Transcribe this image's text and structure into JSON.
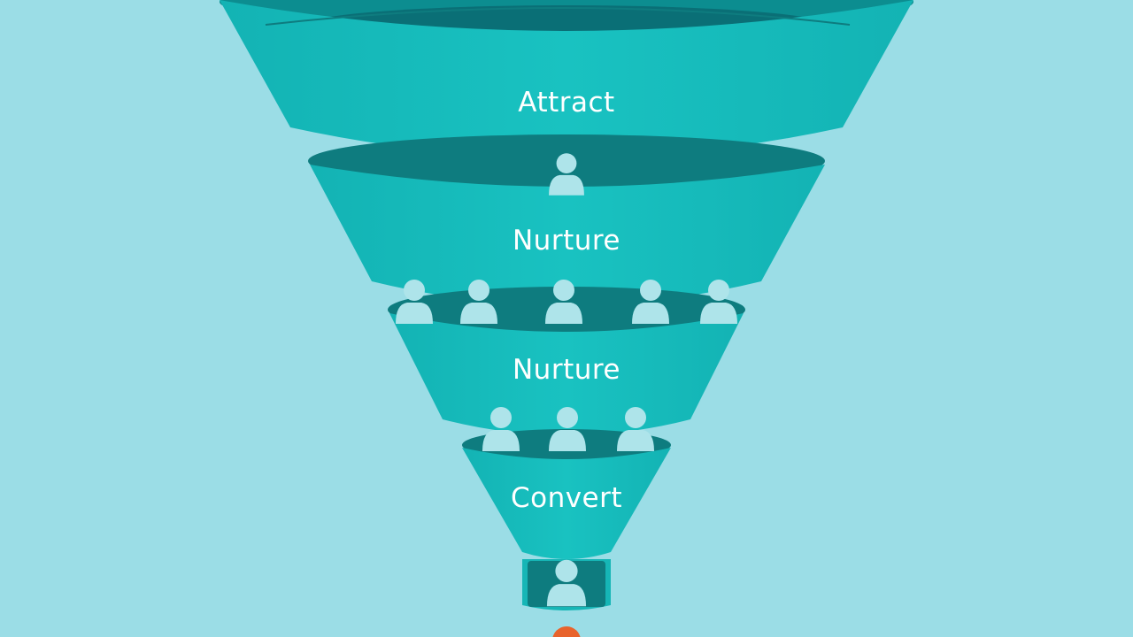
{
  "colors": {
    "background": "#9bdde6",
    "funnel_body": "#16bcbc",
    "funnel_body_shade": "#12a9aa",
    "funnel_rim_inner": "#0e7c7f",
    "funnel_rim_deep": "#0a6f76",
    "funnel_rim_edge": "#0c8d90",
    "person": "#aee4ea",
    "drop": "#e8632c",
    "label": "#ffffff"
  },
  "stages": [
    {
      "id": "attract",
      "label": "Attract"
    },
    {
      "id": "nurture-1",
      "label": "Nurture"
    },
    {
      "id": "nurture-2",
      "label": "Nurture"
    },
    {
      "id": "convert",
      "label": "Convert"
    }
  ],
  "people_per_row": [
    1,
    5,
    3,
    1
  ],
  "icons": [
    "person-icon",
    "drop-icon"
  ]
}
